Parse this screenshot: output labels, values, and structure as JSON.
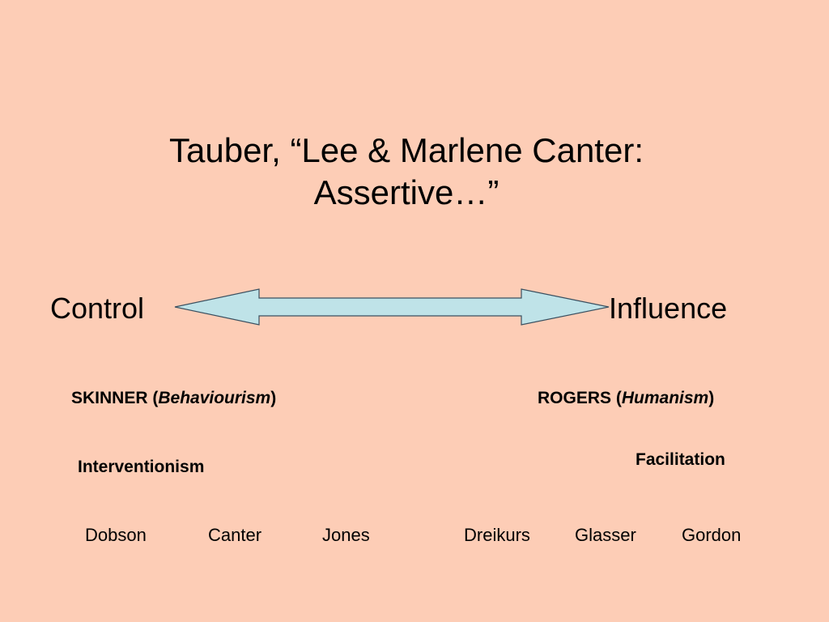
{
  "slide": {
    "title_line1": "Tauber, “Lee & Marlene Canter:",
    "title_line2": "Assertive…”"
  },
  "continuum": {
    "left_label": "Control",
    "right_label": "Influence",
    "arrow_fill": "#BFE3E8"
  },
  "left_side": {
    "school_name": "SKINNER (",
    "school_term": "Behaviourism",
    "school_close": ")",
    "approach": "Interventionism",
    "theorists": [
      "Dobson",
      "Canter",
      "Jones"
    ]
  },
  "right_side": {
    "school_name": "ROGERS (",
    "school_term": "Humanism",
    "school_close": ")",
    "approach": "Facilitation",
    "theorists": [
      "Dreikurs",
      "Glasser",
      "Gordon"
    ]
  },
  "colors": {
    "background": "#FDCDB6",
    "text": "#000000"
  }
}
